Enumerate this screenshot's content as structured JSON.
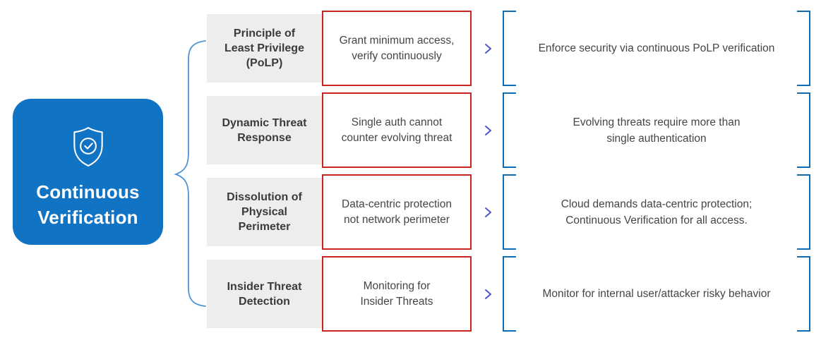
{
  "root": {
    "title": "Continuous\nVerification",
    "icon": "shield-check-icon"
  },
  "rows": [
    {
      "label": "Principle of\nLeast Privilege\n(PoLP)",
      "summary": "Grant minimum access,\nverify continuously",
      "detail": "Enforce security via continuous PoLP verification"
    },
    {
      "label": "Dynamic Threat\nResponse",
      "summary": "Single auth cannot\ncounter evolving threat",
      "detail": "Evolving threats require more than\nsingle authentication"
    },
    {
      "label": "Dissolution of\nPhysical\nPerimeter",
      "summary": "Data-centric protection\nnot network perimeter",
      "detail": "Cloud demands data-centric protection;\nContinuous Verification  for all access."
    },
    {
      "label": "Insider Threat\nDetection",
      "summary": "Monitoring for\nInsider Threats",
      "detail": "Monitor for internal user/attacker risky behavior"
    }
  ],
  "colors": {
    "root_card_blue": "#1173c4",
    "bracket_blue": "#0d6cb4",
    "brace_blue": "#4d94d4",
    "summary_border_red": "#c9241f",
    "label_bg_gray": "#ededed",
    "arrow_gradient_start": "#e8453f",
    "arrow_gradient_end": "#4d55cc",
    "text_dark": "#3b3b3b"
  }
}
